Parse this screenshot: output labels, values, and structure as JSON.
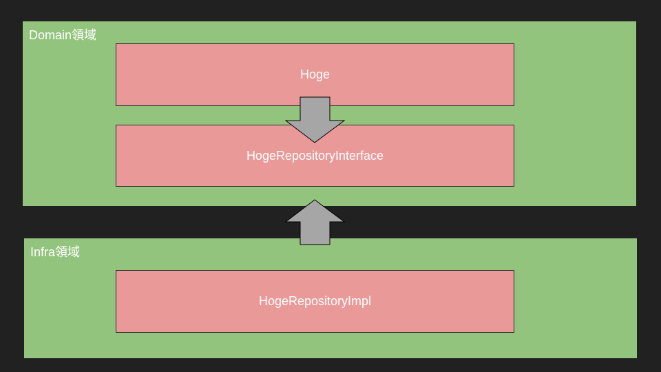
{
  "regions": {
    "domain": {
      "label": "Domain領域"
    },
    "infra": {
      "label": "Infra領域"
    }
  },
  "nodes": {
    "hoge": {
      "label": "Hoge"
    },
    "repository_interface": {
      "label": "HogeRepositoryInterface"
    },
    "repository_impl": {
      "label": "HogeRepositoryImpl"
    }
  },
  "arrows": [
    {
      "from": "Hoge",
      "to": "HogeRepositoryInterface",
      "direction": "down"
    },
    {
      "from": "HogeRepositoryImpl",
      "to": "HogeRepositoryInterface",
      "direction": "up"
    }
  ],
  "colors": {
    "background": "#212121",
    "region_fill": "#93c47d",
    "node_fill": "#ea9999",
    "node_border": "#2b2b2b",
    "arrow_fill": "#a6a6a6",
    "arrow_stroke": "#000000",
    "text": "#ffffff"
  }
}
